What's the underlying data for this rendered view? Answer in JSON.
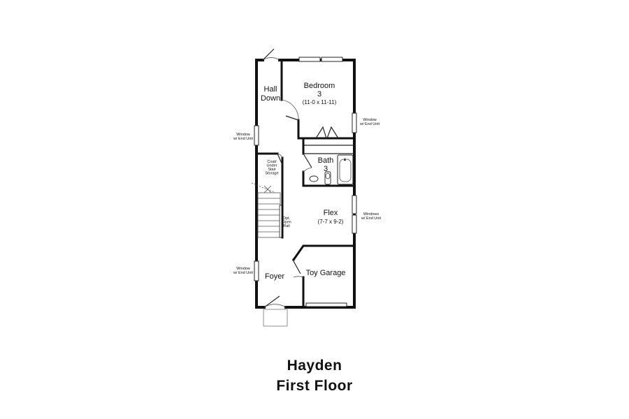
{
  "plan": {
    "name": "Hayden",
    "floor": "First Floor"
  },
  "rooms": {
    "hall": [
      "Hall",
      "Down"
    ],
    "bedroom": {
      "name": [
        "Bedroom",
        "3"
      ],
      "dimensions": "(11-0 x 11-11)"
    },
    "bath": [
      "Bath",
      "3"
    ],
    "flex": {
      "name": "Flex",
      "dimensions": "(7-7 x 9-2)"
    },
    "toy_garage": "Toy Garage",
    "foyer": "Foyer"
  },
  "notes": {
    "window_left_upper": [
      "Window",
      "w/ End Unit"
    ],
    "window_right_upper": [
      "Window",
      "w/ End Unit"
    ],
    "windows_right_mid": [
      "Windows",
      "w/ End Unit"
    ],
    "window_left_lower": [
      "Window",
      "w/ End Unit"
    ],
    "coat_storage": [
      "Coat/",
      "Under",
      "Stair",
      "Storage"
    ],
    "opt_rail": [
      "Opt.",
      "Open",
      "Rail"
    ]
  },
  "colors": {
    "wall": "#111111",
    "background": "#ffffff"
  }
}
